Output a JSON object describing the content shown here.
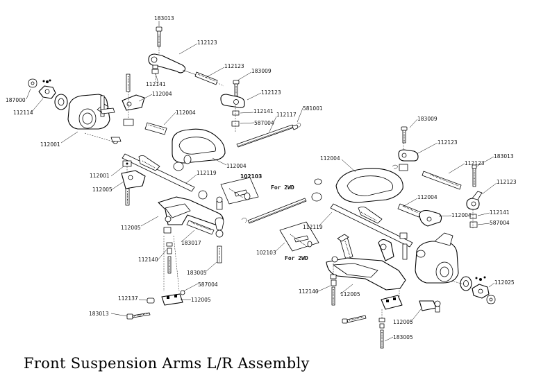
{
  "title": "Front Suspension Arms L/R Assembly",
  "labels": {
    "l183013a": "183013",
    "l112123a": "112123",
    "l112123b": "112123",
    "l183009a": "183009",
    "l112123c": "112123",
    "l112141a": "112141",
    "l112141b": "112141",
    "l587004a": "587004",
    "l112117": "112117",
    "l581001": "581001",
    "l187000": "187000",
    "l112114": "112114",
    "l112004a": "112004",
    "l112004b": "112004",
    "l112001a": "112001",
    "l112004c": "112004",
    "l112001b": "112001",
    "l112119a": "112119",
    "l112005a": "112005",
    "l102103a": "102103",
    "l2wda": "For 2WD",
    "l112005b": "112005",
    "l183017": "183017",
    "l112140a": "112140",
    "l183005a": "183005",
    "l587004b": "587004",
    "l112137": "112137",
    "l112005c": "112005",
    "l183013b": "183013",
    "l183009b": "183009",
    "l112123d": "112123",
    "l183013c": "183013",
    "l112004d": "112004",
    "l112123e": "112123",
    "l112123f": "112123",
    "l112004e": "112004",
    "l112004f": "112004",
    "l112141c": "112141",
    "l587004c": "587004",
    "l112119b": "112119",
    "l102103b": "102103",
    "l2wdb": "For 2WD",
    "l112140b": "112140",
    "l112005d": "112005",
    "l112025": "112025",
    "l112005e": "112005",
    "l183005b": "183005"
  }
}
